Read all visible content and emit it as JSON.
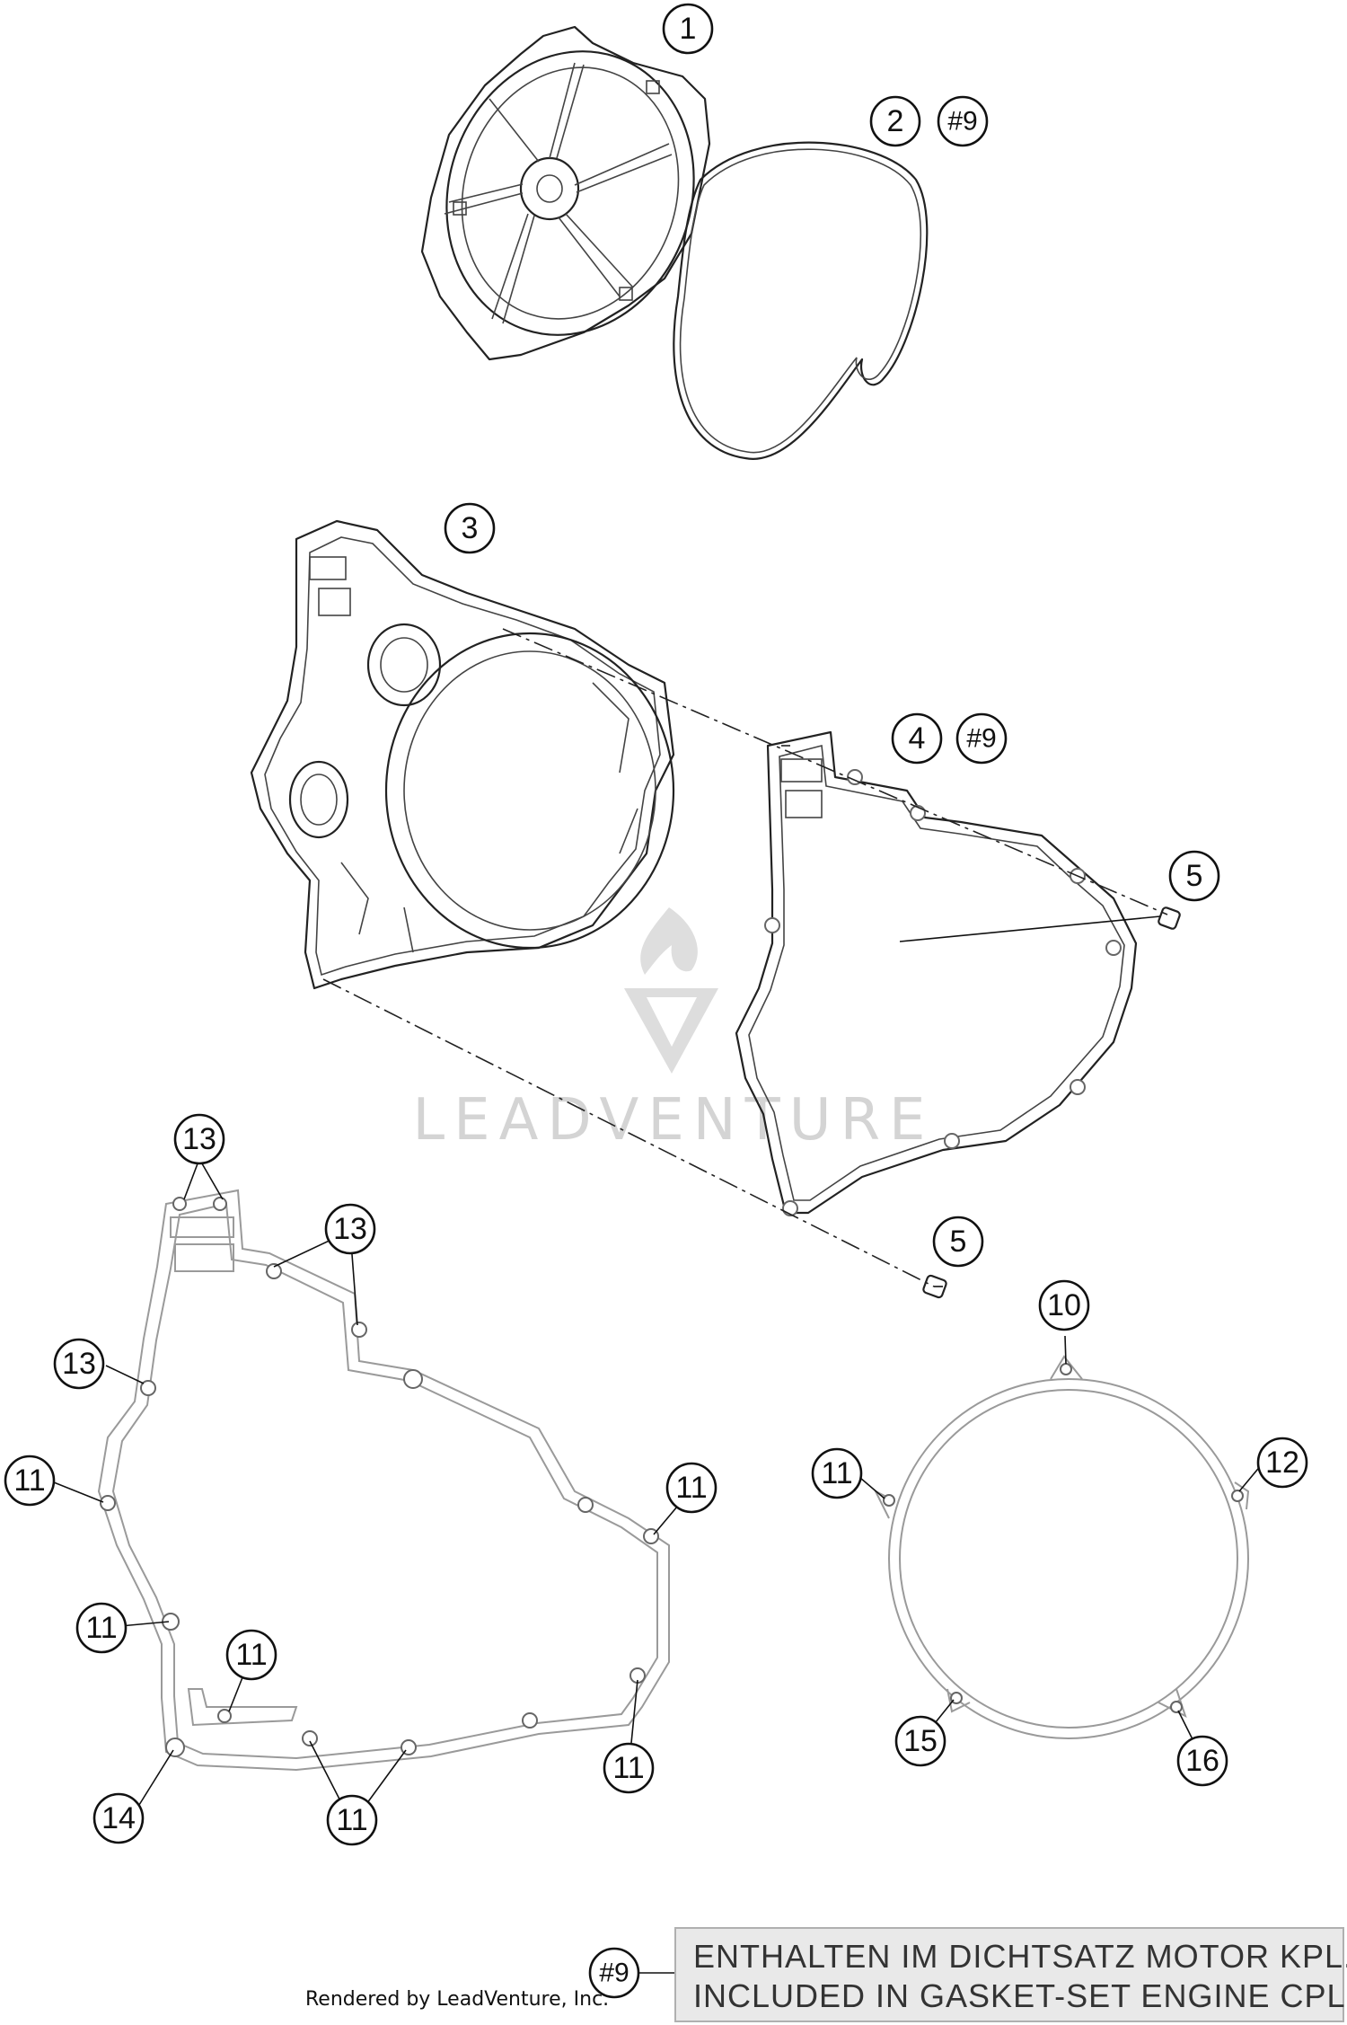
{
  "callouts": [
    {
      "label": "1"
    },
    {
      "label": "2"
    },
    {
      "label": "#9"
    },
    {
      "label": "3"
    },
    {
      "label": "4"
    },
    {
      "label": "#9"
    },
    {
      "label": "5"
    },
    {
      "label": "5"
    },
    {
      "label": "13"
    },
    {
      "label": "13"
    },
    {
      "label": "13"
    },
    {
      "label": "11"
    },
    {
      "label": "11"
    },
    {
      "label": "11"
    },
    {
      "label": "11"
    },
    {
      "label": "11"
    },
    {
      "label": "11"
    },
    {
      "label": "14"
    },
    {
      "label": "10"
    },
    {
      "label": "11"
    },
    {
      "label": "12"
    },
    {
      "label": "15"
    },
    {
      "label": "16"
    },
    {
      "label": "#9"
    }
  ],
  "watermark": {
    "text": "LEADVENTURE"
  },
  "footer": {
    "rendered_by": "Rendered by LeadVenture, Inc."
  },
  "note": {
    "line1": "ENTHALTEN IM DICHTSATZ MOTOR KPL.",
    "line2": "INCLUDED IN GASKET-SET ENGINE CPL."
  },
  "colors": {
    "line": "#111111",
    "gasket": "#9a9a9a",
    "note_bg": "#e9e9e9",
    "watermark": "#d4d4d4"
  }
}
